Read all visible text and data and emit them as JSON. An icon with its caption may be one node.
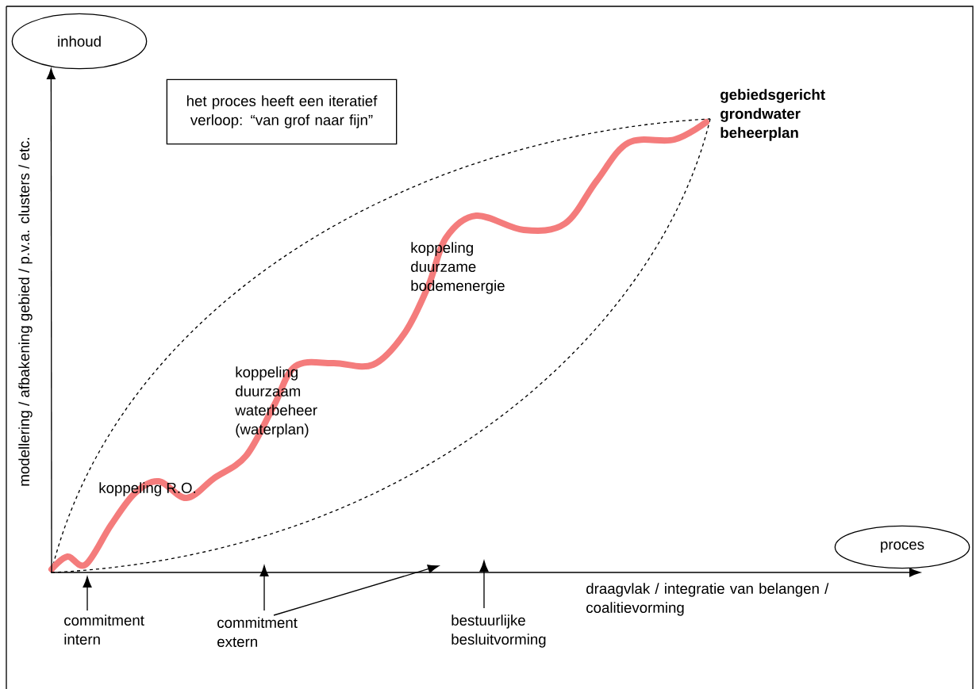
{
  "diagram": {
    "nodes": [
      {
        "text": [
          "inhoud"
        ]
      },
      {
        "text": [
          "het proces heeft een iteratief verloop: “van grof naar fijn”"
        ]
      },
      {
        "text": [
          "proces"
        ]
      },
      {
        "text": [
          "commitment intern"
        ]
      },
      {
        "text": [
          "commitment extern"
        ]
      },
      {
        "text": [
          "bestuurlijke besluitvorming"
        ]
      }
    ],
    "edges": [
      {
        "from": null,
        "to": 0,
        "arrow": "to"
      },
      {
        "from": 3,
        "to": null,
        "arrow": "to"
      },
      {
        "from": 4,
        "to": null,
        "arrow": "to"
      },
      {
        "from": 4,
        "to": null,
        "arrow": "to"
      },
      {
        "from": 5,
        "to": null,
        "arrow": "to"
      }
    ],
    "labels": [
      "modellering / afbakening gebied / p.v.a. clusters / etc.",
      "gebiedsgericht grondwater beheerplan",
      "koppeling duurzame bodemenergie",
      "koppeling duurzaam waterbeheer (waterplan)",
      "koppeling R.O.",
      "draagvlak / integratie van belangen / coalitievorming"
    ]
  }
}
